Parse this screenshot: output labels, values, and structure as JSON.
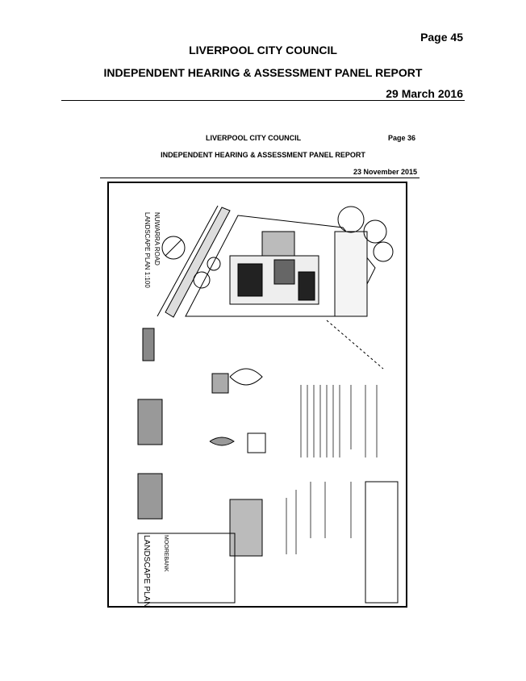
{
  "header": {
    "page_label": "Page 45",
    "council": "LIVERPOOL CITY COUNCIL",
    "report": "INDEPENDENT HEARING & ASSESSMENT PANEL REPORT",
    "date": "29 March 2016"
  },
  "embedded_page": {
    "council": "LIVERPOOL CITY COUNCIL",
    "page_label": "Page 36",
    "report": "INDEPENDENT HEARING & ASSESSMENT PANEL REPORT",
    "date": "23 November 2015"
  },
  "plan": {
    "road_label": "NUWARRA ROAD",
    "plan_title": "LANDSCAPE PLAN 1:100",
    "sheet_title": "LANDSCAPE PLAN",
    "location": "MOOREBANK"
  }
}
